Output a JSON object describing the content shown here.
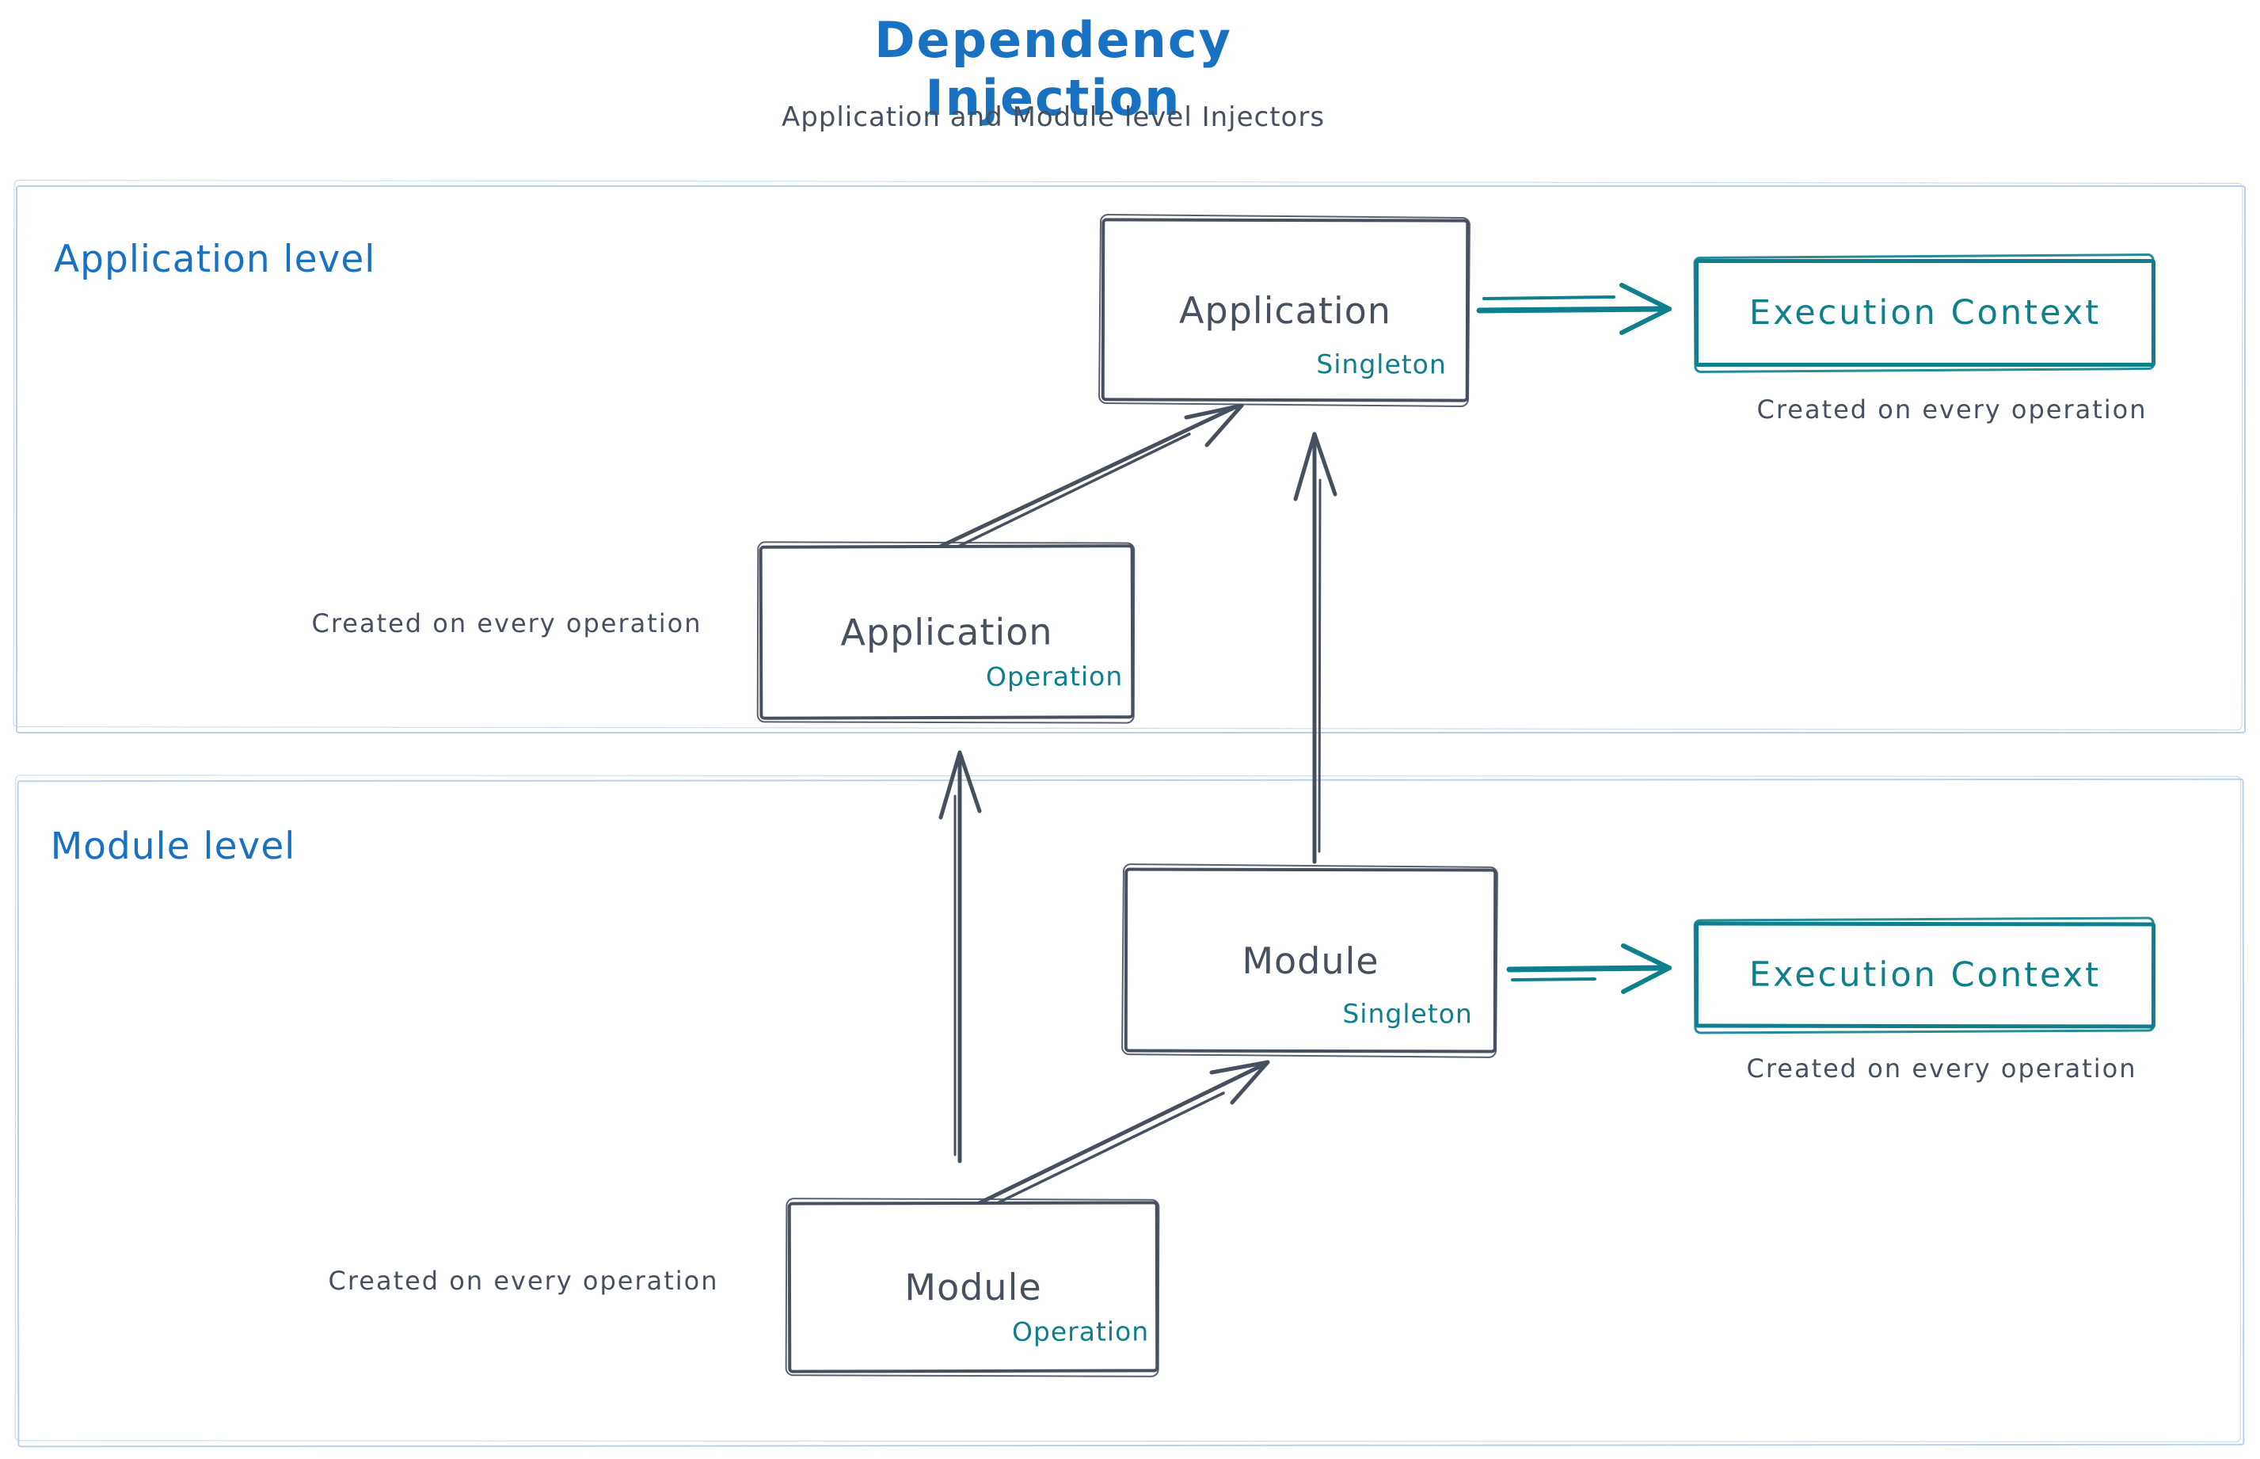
{
  "title": {
    "text": "Dependency Injection"
  },
  "subtitle": {
    "text": "Application and Module level Injectors"
  },
  "palette": {
    "blue": "#1971c2",
    "dark": "#47505f",
    "teal": "#0e7f8c",
    "region": "#b9d0ea"
  },
  "application_level": {
    "label": "Application level",
    "singleton_box": {
      "title": "Application",
      "scope": "Singleton"
    },
    "operation_box": {
      "title": "Application",
      "scope": "Operation"
    },
    "operation_caption": "Created on every operation",
    "execution_context": {
      "label": "Execution Context",
      "caption": "Created on every operation"
    }
  },
  "module_level": {
    "label": "Module level",
    "singleton_box": {
      "title": "Module",
      "scope": "Singleton"
    },
    "operation_box": {
      "title": "Module",
      "scope": "Operation"
    },
    "operation_caption": "Created on every operation",
    "execution_context": {
      "label": "Execution Context",
      "caption": "Created on every operation"
    }
  },
  "connections": [
    {
      "from": "Application Operation",
      "to": "Application Singleton",
      "color": "dark"
    },
    {
      "from": "Module Singleton",
      "to": "Application Singleton",
      "color": "dark"
    },
    {
      "from": "Module Operation",
      "to": "Application Operation",
      "color": "dark"
    },
    {
      "from": "Module Operation",
      "to": "Module Singleton",
      "color": "dark"
    },
    {
      "from": "Application Singleton",
      "to": "Execution Context",
      "color": "teal"
    },
    {
      "from": "Module Singleton",
      "to": "Execution Context",
      "color": "teal"
    }
  ]
}
